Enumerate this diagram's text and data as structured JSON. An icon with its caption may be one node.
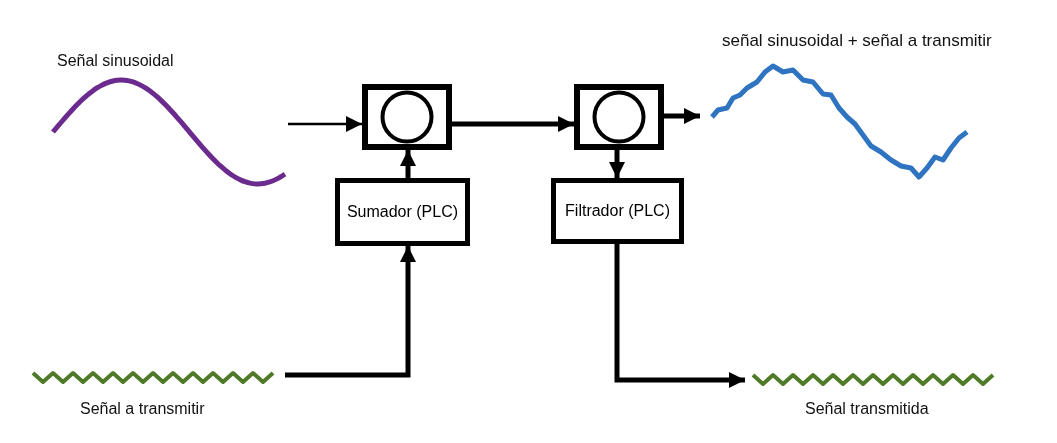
{
  "diagram": {
    "nodes": [
      {
        "text": [],
        "shape": "picture",
        "beside": [
          "Señal sinusoidal"
        ]
      },
      {
        "text": [],
        "shape": "box"
      },
      {
        "text": [],
        "shape": "box"
      },
      {
        "text": [
          "Sumador (PLC)"
        ]
      },
      {
        "text": [
          "Filtrador (PLC)"
        ]
      },
      {
        "text": [],
        "shape": "picture",
        "beside": [
          "señal sinusoidal + señal a transmitir"
        ]
      },
      {
        "text": [],
        "shape": "picture",
        "beside": [
          "Señal a transmitir"
        ]
      },
      {
        "text": [],
        "shape": "picture",
        "beside": [
          "Señal transmitida"
        ]
      }
    ],
    "edges": [
      {
        "from": 0,
        "to": 1,
        "arrow": "to"
      },
      {
        "from": 1,
        "to": 2,
        "arrow": "to"
      },
      {
        "from": 2,
        "to": 5,
        "arrow": "to"
      },
      {
        "from": 3,
        "to": 1,
        "arrow": "to"
      },
      {
        "from": 6,
        "to": 3,
        "arrow": "to"
      },
      {
        "from": 2,
        "to": 4,
        "arrow": "to"
      },
      {
        "from": 4,
        "to": 7,
        "arrow": "to"
      }
    ]
  }
}
